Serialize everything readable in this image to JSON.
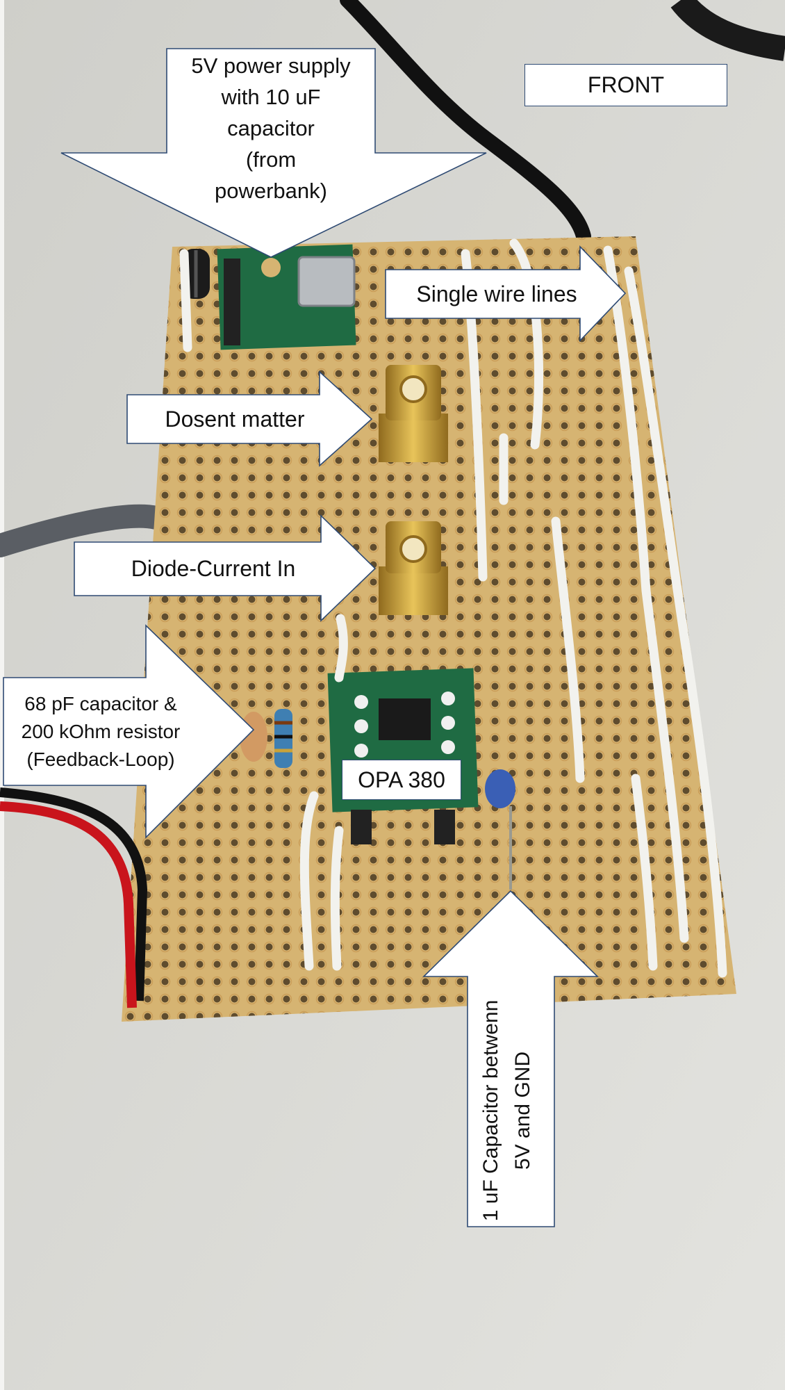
{
  "annotations": {
    "front": "FRONT",
    "power_supply": "5V power supply\nwith 10 uF\ncapacitor\n(from\npowerbank)",
    "single_wire": "Single wire lines",
    "dosent_matter": "Dosent matter",
    "diode_current": "Diode-Current In",
    "feedback_loop": "68 pF capacitor &\n200 kOhm resistor\n(Feedback-Loop)",
    "opamp": "OPA 380",
    "bypass_cap": "1 uF Capacitor betwenn\n5V and GND"
  },
  "colors": {
    "background": "#d9d9d4",
    "board": "#d9b97a",
    "pcb_green": "#1f6b43",
    "arrow_border": "#2e4a73",
    "wire_white": "#f2f2ee",
    "sma_gold": "#c9a23a"
  }
}
